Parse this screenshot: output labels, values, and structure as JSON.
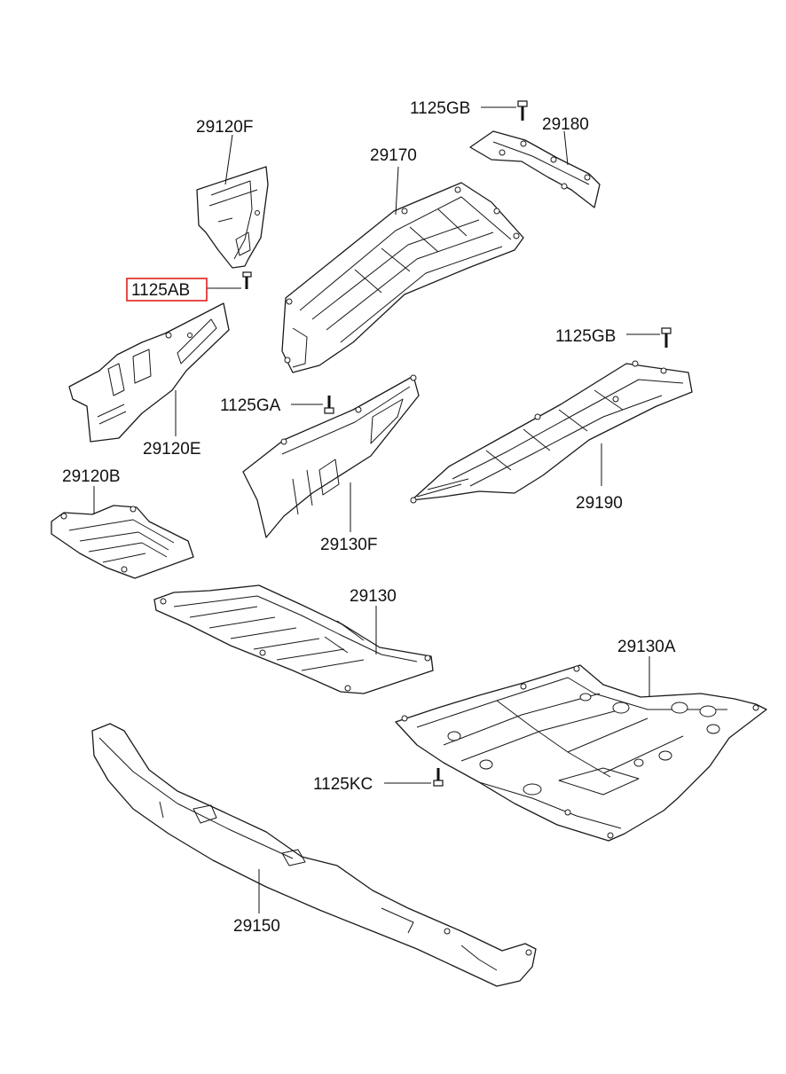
{
  "diagram": {
    "highlight_color": "#e0201b",
    "line_color": "#1a1a1a",
    "labels": {
      "p29120F": "29120F",
      "p29120E": "29120E",
      "p29120B": "29120B",
      "p29170": "29170",
      "p29180": "29180",
      "p29130F": "29130F",
      "p29190": "29190",
      "p29130": "29130",
      "p29130A": "29130A",
      "p29150": "29150",
      "b1125AB": "1125AB",
      "b1125GB_top": "1125GB",
      "b1125GB_mid": "1125GB",
      "b1125GA": "1125GA",
      "b1125KC": "1125KC"
    },
    "highlighted_label": "1125AB"
  }
}
